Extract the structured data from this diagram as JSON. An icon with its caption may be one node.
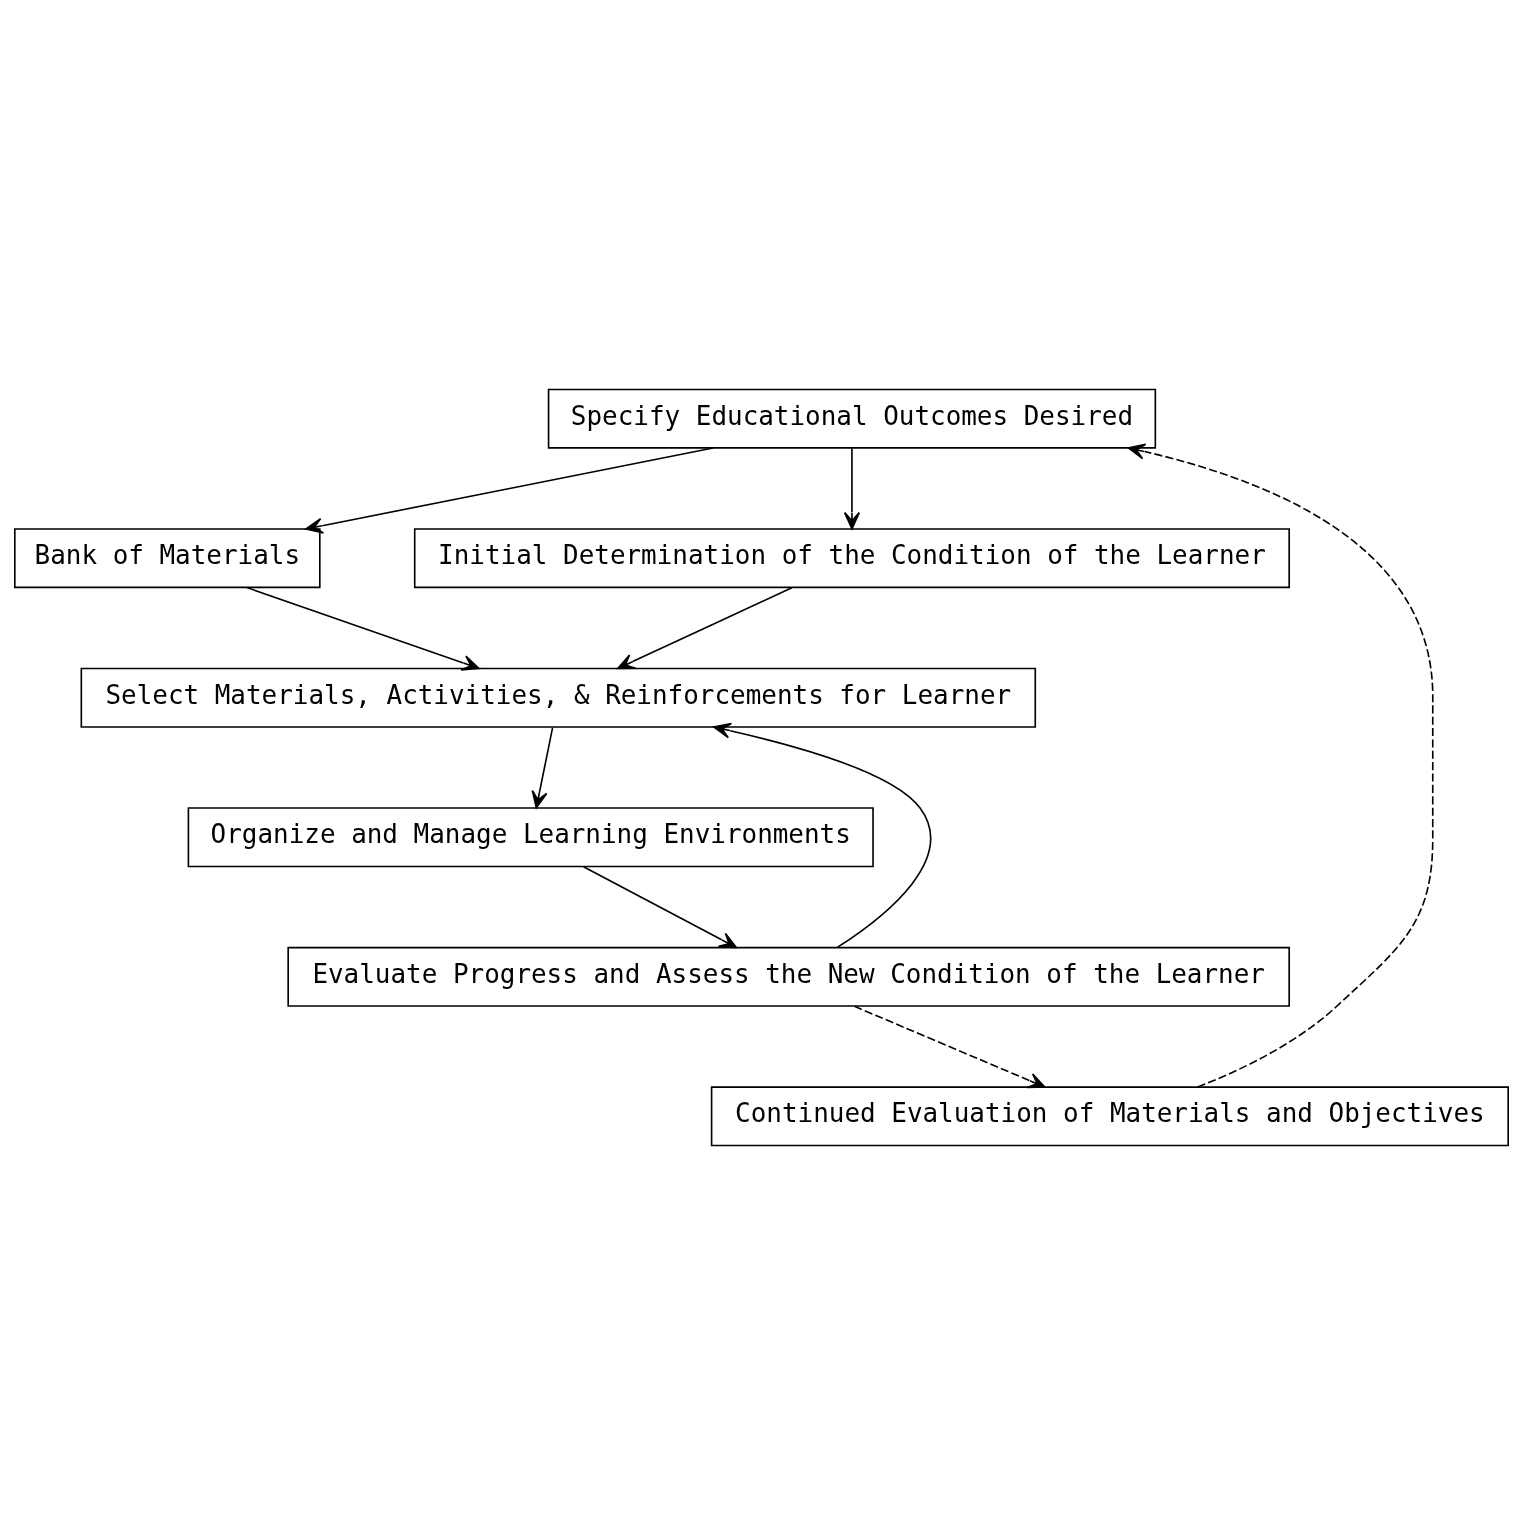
{
  "diagram": {
    "nodes": [
      {
        "text": [
          "Specify Educational Outcomes Desired"
        ]
      },
      {
        "text": [
          "Bank of Materials"
        ]
      },
      {
        "text": [
          "Initial Determination of the Condition of the Learner"
        ]
      },
      {
        "text": [
          "Continued Evaluation of Materials and Objectives"
        ]
      },
      {
        "text": [
          "Select Materials, Activities, & Reinforcements for Learner"
        ]
      },
      {
        "text": [
          "Organize and Manage Learning Environments"
        ]
      },
      {
        "text": [
          "Evaluate Progress and Assess the New Condition of the Learner"
        ]
      }
    ],
    "edges": [
      {
        "from": 0,
        "to": 1,
        "arrow": "to"
      },
      {
        "from": 0,
        "to": 2,
        "arrow": "to"
      },
      {
        "from": 1,
        "to": 4,
        "arrow": "to"
      },
      {
        "from": 2,
        "to": 4,
        "arrow": "to"
      },
      {
        "from": 4,
        "to": 5,
        "arrow": "to"
      },
      {
        "from": 5,
        "to": 6,
        "arrow": "to"
      },
      {
        "from": 6,
        "to": 4,
        "arrow": "to"
      },
      {
        "from": 6,
        "to": 3,
        "arrow": "to",
        "style": "dashed"
      },
      {
        "from": 3,
        "to": 0,
        "arrow": "to",
        "style": "dashed"
      }
    ]
  }
}
